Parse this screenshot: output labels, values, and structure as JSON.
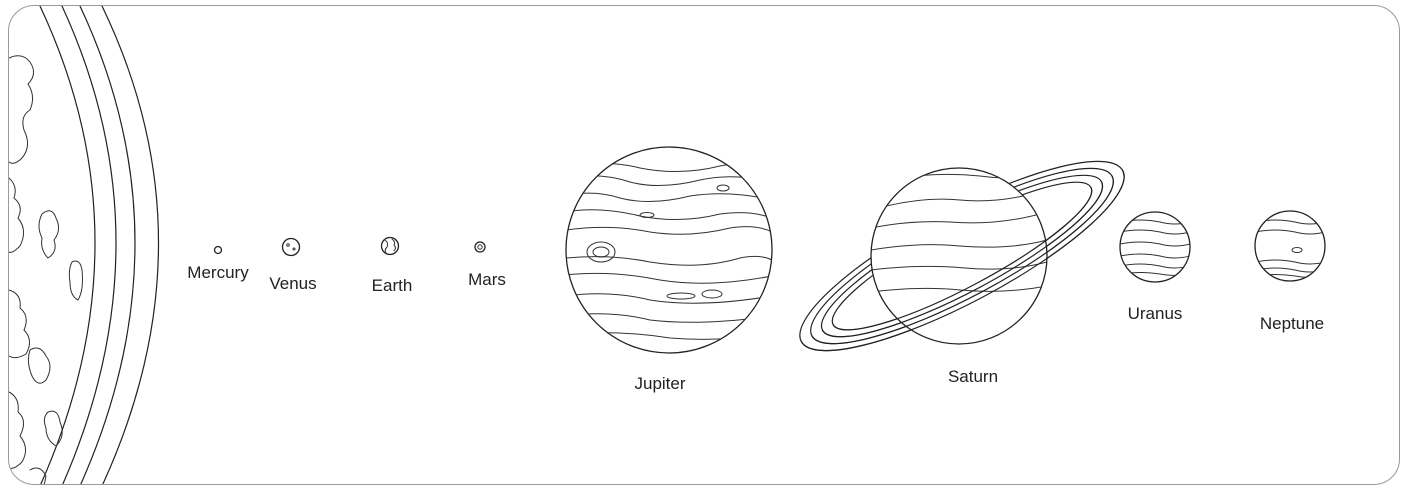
{
  "diagram": {
    "planets": [
      {
        "id": "mercury",
        "label": "Mercury"
      },
      {
        "id": "venus",
        "label": "Venus"
      },
      {
        "id": "earth",
        "label": "Earth"
      },
      {
        "id": "mars",
        "label": "Mars"
      },
      {
        "id": "jupiter",
        "label": "Jupiter"
      },
      {
        "id": "saturn",
        "label": "Saturn"
      },
      {
        "id": "uranus",
        "label": "Uranus"
      },
      {
        "id": "neptune",
        "label": "Neptune"
      }
    ]
  }
}
